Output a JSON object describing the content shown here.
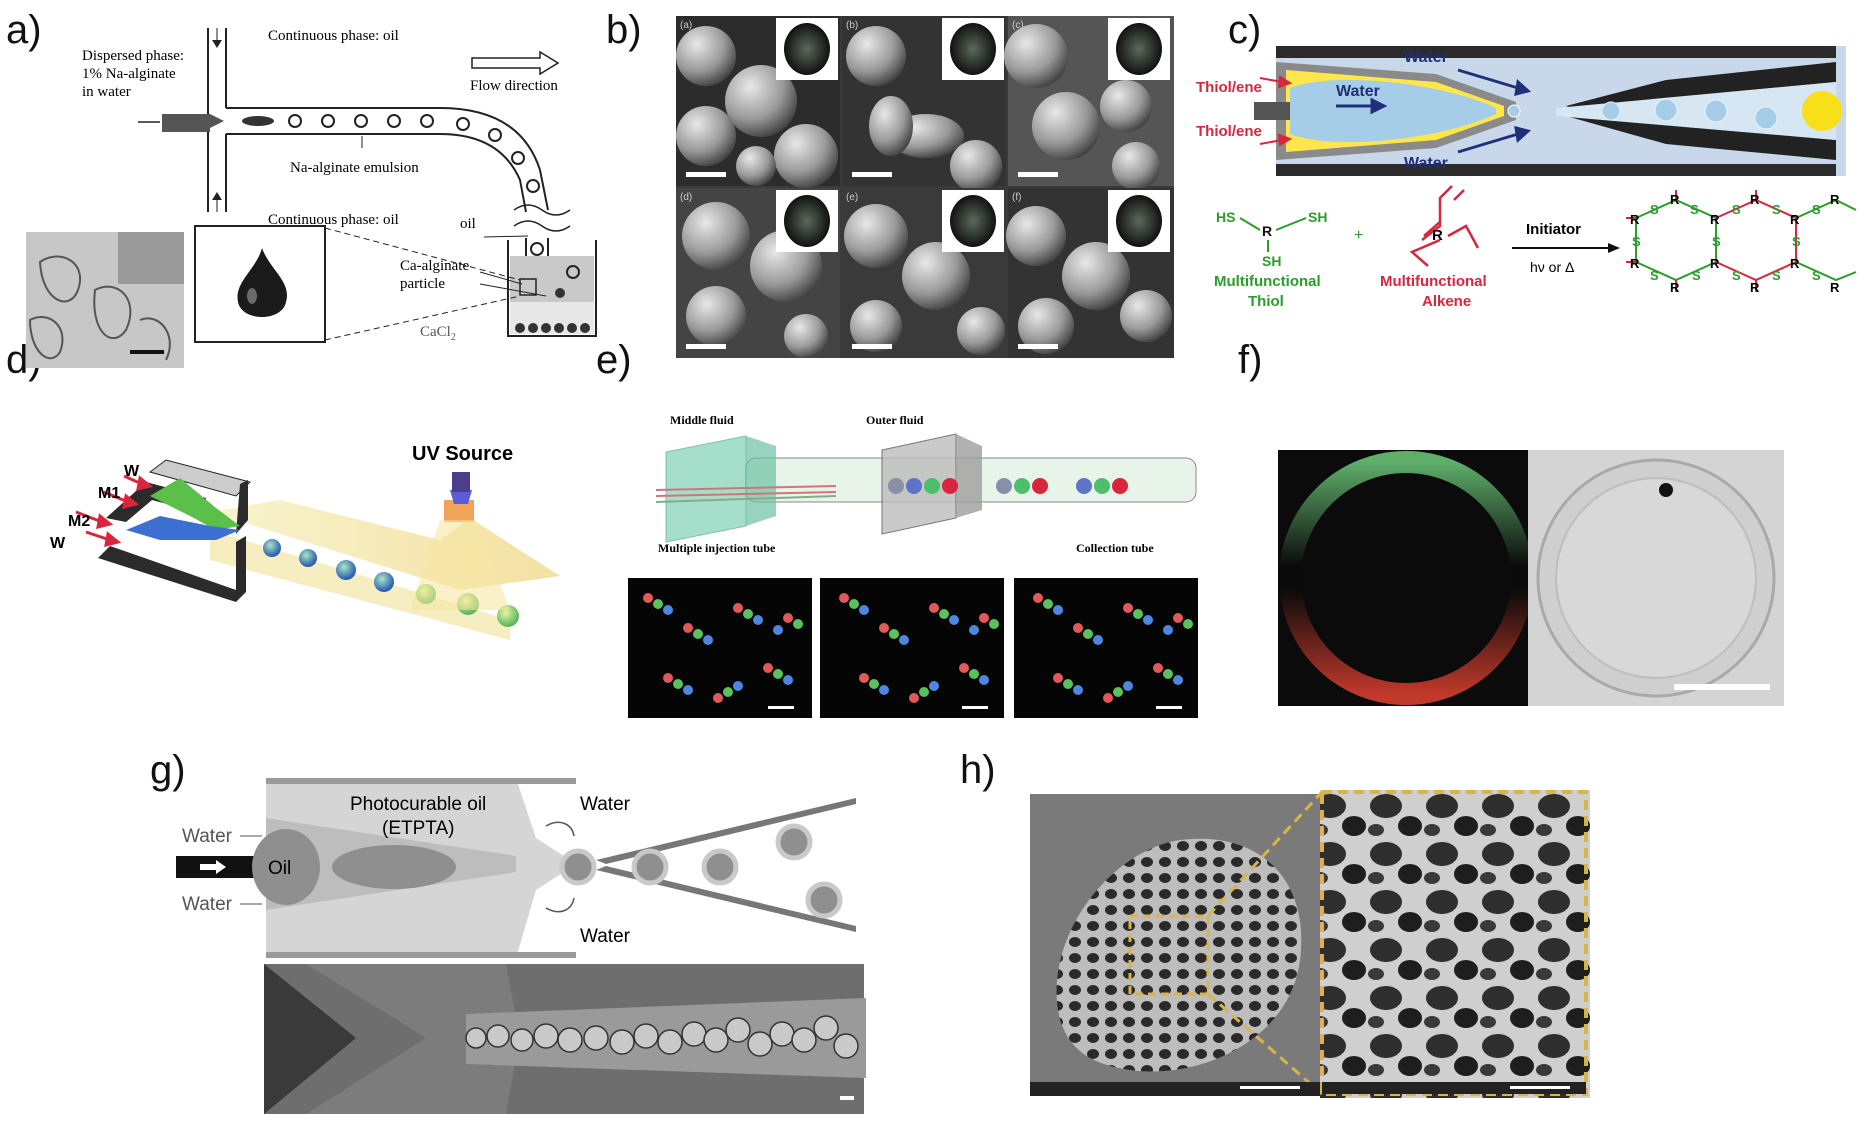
{
  "labels": {
    "a": "a)",
    "b": "b)",
    "c": "c)",
    "d": "d)",
    "e": "e)",
    "f": "f)",
    "g": "g)",
    "h": "h)"
  },
  "panel_a": {
    "dispersed_phase": [
      "Dispersed phase:",
      "1% Na-alginate",
      "in water"
    ],
    "continuous_top": "Continuous phase: oil",
    "continuous_bottom": "Continuous phase: oil",
    "flow_direction": "Flow direction",
    "emulsion": "Na-alginate emulsion",
    "oil": "oil",
    "particle": [
      "Ca-alginate",
      "particle"
    ],
    "cacl2": "CaCl",
    "cacl2_sub": "2"
  },
  "panel_b": {
    "subpanels": [
      "(a)",
      "(b)",
      "(c)",
      "(d)",
      "(e)",
      "(f)"
    ]
  },
  "panel_c": {
    "water_top": "Water",
    "water_inner": "Water",
    "water_bottom": "Water",
    "thiol_ene_top": "Thiol/ene",
    "thiol_ene_bottom": "Thiol/ene",
    "thiol_label": [
      "Multifunctional",
      "Thiol"
    ],
    "alkene_label": [
      "Multifunctional",
      "Alkene"
    ],
    "initiator": "Initiator",
    "conditions": "hν or Δ",
    "plus": "+"
  },
  "panel_d": {
    "uv_source": "UV Source",
    "w_top": "W",
    "m1": "M1",
    "m2": "M2",
    "w_bottom": "W"
  },
  "panel_e": {
    "middle_fluid": "Middle fluid",
    "outer_fluid": "Outer fluid",
    "injection_tube": "Multiple injection tube",
    "collection_tube": "Collection tube"
  },
  "panel_g": {
    "photocurable": [
      "Photocurable oil",
      "(ETPTA)"
    ],
    "water_left_top": "Water",
    "water_left_bottom": "Water",
    "water_right_top": "Water",
    "water_right_bottom": "Water",
    "oil": "Oil"
  },
  "colors": {
    "thiol": "#2a9d2a",
    "alkene": "#d7263d",
    "water_arrow": "#1f2f7a",
    "dashed_box": "#d9b44a"
  }
}
